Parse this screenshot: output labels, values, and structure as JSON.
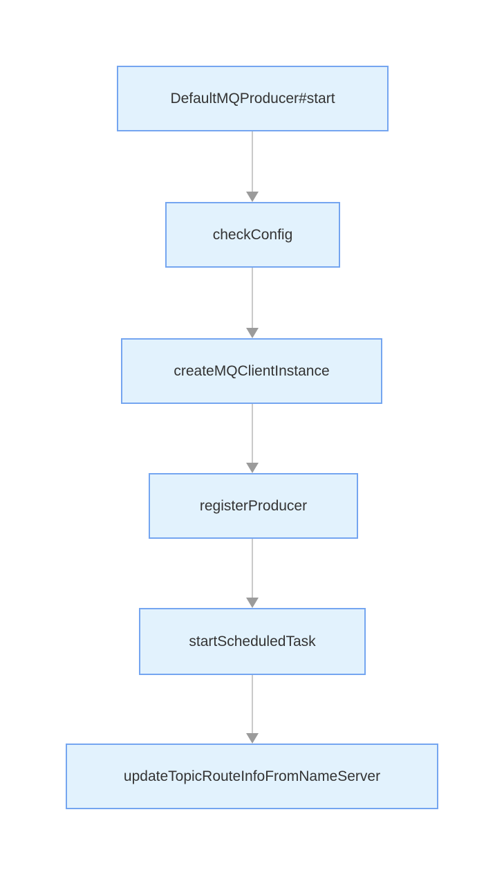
{
  "diagram": {
    "type": "flowchart",
    "direction": "top-down",
    "nodes": [
      {
        "label": "DefaultMQProducer#start"
      },
      {
        "label": "checkConfig"
      },
      {
        "label": "createMQClientInstance"
      },
      {
        "label": "registerProducer"
      },
      {
        "label": "startScheduledTask"
      },
      {
        "label": "updateTopicRouteInfoFromNameServer"
      }
    ],
    "edges": [
      {
        "from": "DefaultMQProducer#start",
        "to": "checkConfig"
      },
      {
        "from": "checkConfig",
        "to": "createMQClientInstance"
      },
      {
        "from": "createMQClientInstance",
        "to": "registerProducer"
      },
      {
        "from": "registerProducer",
        "to": "startScheduledTask"
      },
      {
        "from": "startScheduledTask",
        "to": "updateTopicRouteInfoFromNameServer"
      }
    ],
    "colors": {
      "node_fill": "#e2f2fd",
      "node_border": "#74a5f0",
      "arrow": "#9b9b9b",
      "text": "#333333",
      "background": "#ffffff"
    }
  }
}
